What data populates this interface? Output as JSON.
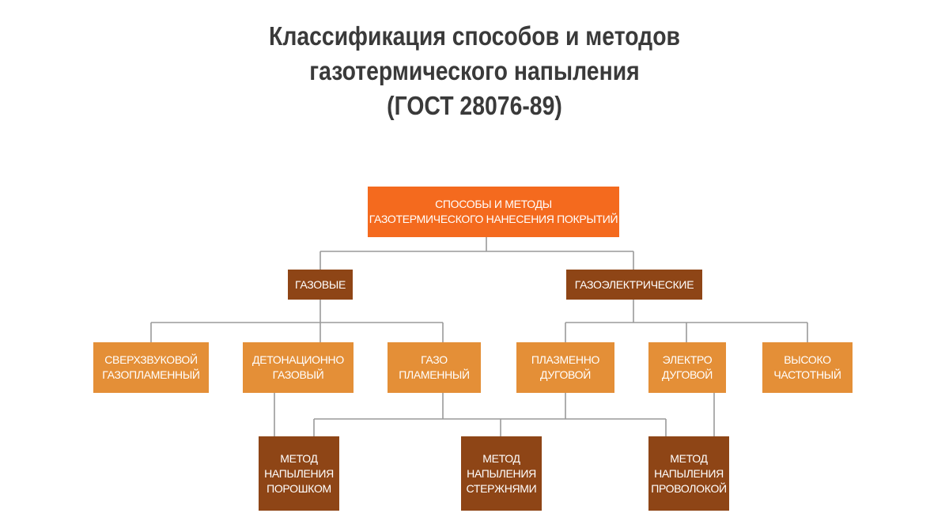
{
  "title": {
    "line1": "Классификация способов и методов",
    "line2": "газотермического напыления",
    "line3": "(ГОСТ 28076-89)"
  },
  "colors": {
    "root": "#f46a1e",
    "category": "#8e4516",
    "method": "#e48f37",
    "technique": "#8e4516",
    "connector": "#9a9a9a",
    "title": "#3a3a3a"
  },
  "root": {
    "line1": "СПОСОБЫ И МЕТОДЫ",
    "line2": "ГАЗОТЕРМИЧЕСКОГО НАНЕСЕНИЯ ПОКРЫТИЙ"
  },
  "categories": {
    "gas": "ГАЗОВЫЕ",
    "gas_electric": "ГАЗОЭЛЕКТРИЧЕСКИЕ"
  },
  "methods": {
    "supersonic": [
      "СВЕРХЗВУКОВОЙ",
      "ГАЗОПЛАМЕННЫЙ"
    ],
    "detonation": [
      "ДЕТОНАЦИОННО",
      "ГАЗОВЫЙ"
    ],
    "flame": [
      "ГАЗО",
      "ПЛАМЕННЫЙ"
    ],
    "plasma": [
      "ПЛАЗМЕННО",
      "ДУГОВОЙ"
    ],
    "electric_arc": [
      "ЭЛЕКТРО",
      "ДУГОВОЙ"
    ],
    "high_frequency": [
      "ВЫСОКО",
      "ЧАСТОТНЫЙ"
    ]
  },
  "techniques": {
    "powder": [
      "МЕТОД",
      "НАПЫЛЕНИЯ",
      "ПОРОШКОМ"
    ],
    "rods": [
      "МЕТОД",
      "НАПЫЛЕНИЯ",
      "СТЕРЖНЯМИ"
    ],
    "wire": [
      "МЕТОД",
      "НАПЫЛЕНИЯ",
      "ПРОВОЛОКОЙ"
    ]
  }
}
